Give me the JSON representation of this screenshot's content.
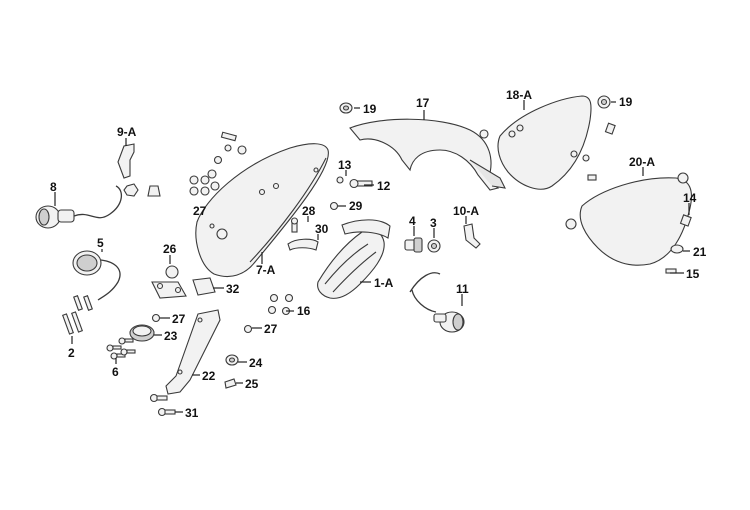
{
  "diagram": {
    "labels": {
      "l1A": "1-A",
      "l2": "2",
      "l3": "3",
      "l4": "4",
      "l5": "5",
      "l6": "6",
      "l7A": "7-A",
      "l8": "8",
      "l9A": "9-A",
      "l10A": "10-A",
      "l11": "11",
      "l12": "12",
      "l13": "13",
      "l14": "14",
      "l15": "15",
      "l16": "16",
      "l17": "17",
      "l18A": "18-A",
      "l19a": "19",
      "l19b": "19",
      "l20A": "20-A",
      "l21": "21",
      "l22": "22",
      "l23": "23",
      "l24": "24",
      "l25": "25",
      "l26": "26",
      "l27a": "27",
      "l27b": "27",
      "l27c": "27",
      "l28": "28",
      "l29": "29",
      "l30": "30",
      "l31": "31",
      "l32": "32"
    }
  }
}
